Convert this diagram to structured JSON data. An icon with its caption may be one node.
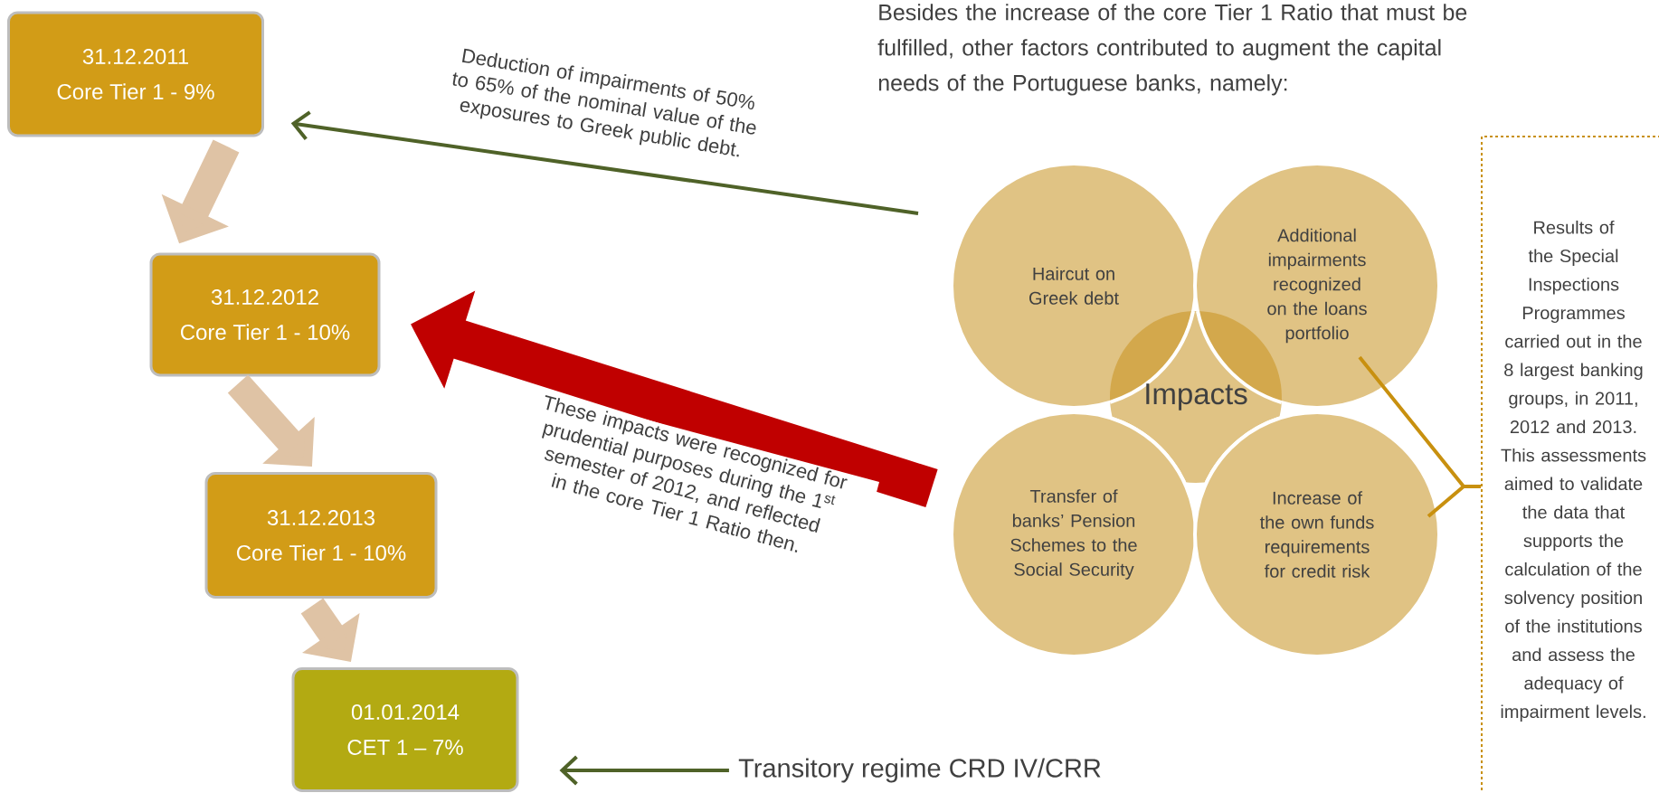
{
  "diagram": {
    "nodes": [
      {
        "text": [
          "31.12.2011",
          "Core Tier 1 - 9%"
        ]
      },
      {
        "text": [
          "31.12.2012",
          "Core Tier 1 - 10%"
        ]
      },
      {
        "text": [
          "31.12.2013",
          "Core Tier 1 - 10%"
        ]
      },
      {
        "text": [
          "01.01.2014",
          "CET 1 – 7%"
        ]
      },
      {
        "text": [
          "Transitory regime CRD IV/CRR"
        ]
      },
      {
        "text": [
          "Haircut on Greek debt"
        ]
      },
      {
        "text": [
          "Additional impairments recognized on the loans portfolio"
        ]
      },
      {
        "text": [
          "Impacts"
        ]
      },
      {
        "text": [
          "Transfer of banks’ Pension Schemes to the Social Security"
        ]
      },
      {
        "text": [
          "Increase of the own funds requirements for credit risk"
        ]
      },
      {
        "text": [
          "Results of the Special Inspections Programmes carried out in the 8 largest banking groups, in 2011, 2012 and 2013. This assessments aimed to validate the data that supports the calculation of the solvency position of the institutions and assess the adequacy of impairment levels."
        ]
      }
    ],
    "edges": [
      {
        "from": null,
        "to": 0,
        "arrow": "to",
        "color": "#4f6228",
        "label": "Deduction of impairments of 50% to 65% of the nominal value of the exposures to Greek public debt."
      },
      {
        "from": null,
        "to": 1,
        "arrow": "to",
        "label": "These impacts were recognized for prudential purposes during the 1$^{st}$ semester of 2012, and reflected in the core Tier 1 Ratio then.",
        "style": "thick",
        "color": "#c00000"
      },
      {
        "from": 0,
        "to": 1,
        "arrow": "to",
        "style": "thick",
        "color": "#dfc3a5"
      },
      {
        "from": 1,
        "to": 2,
        "arrow": "to",
        "style": "thick",
        "color": "#dfc3a5"
      },
      {
        "from": 2,
        "to": 3,
        "arrow": "to",
        "style": "thick",
        "color": "#dfc3a5"
      },
      {
        "from": 4,
        "to": 3,
        "arrow": "to",
        "color": "#4f6228"
      },
      {
        "from": 6,
        "to": 10,
        "arrow": "none",
        "color": "#c8900f"
      },
      {
        "from": 9,
        "to": 10,
        "arrow": "none",
        "color": "#c8900f"
      }
    ],
    "labels": [
      "Besides the increase of the core Tier 1 Ratio that must be fulfilled, other factors contributed to augment the capital needs of the Portuguese banks, namely:"
    ]
  }
}
